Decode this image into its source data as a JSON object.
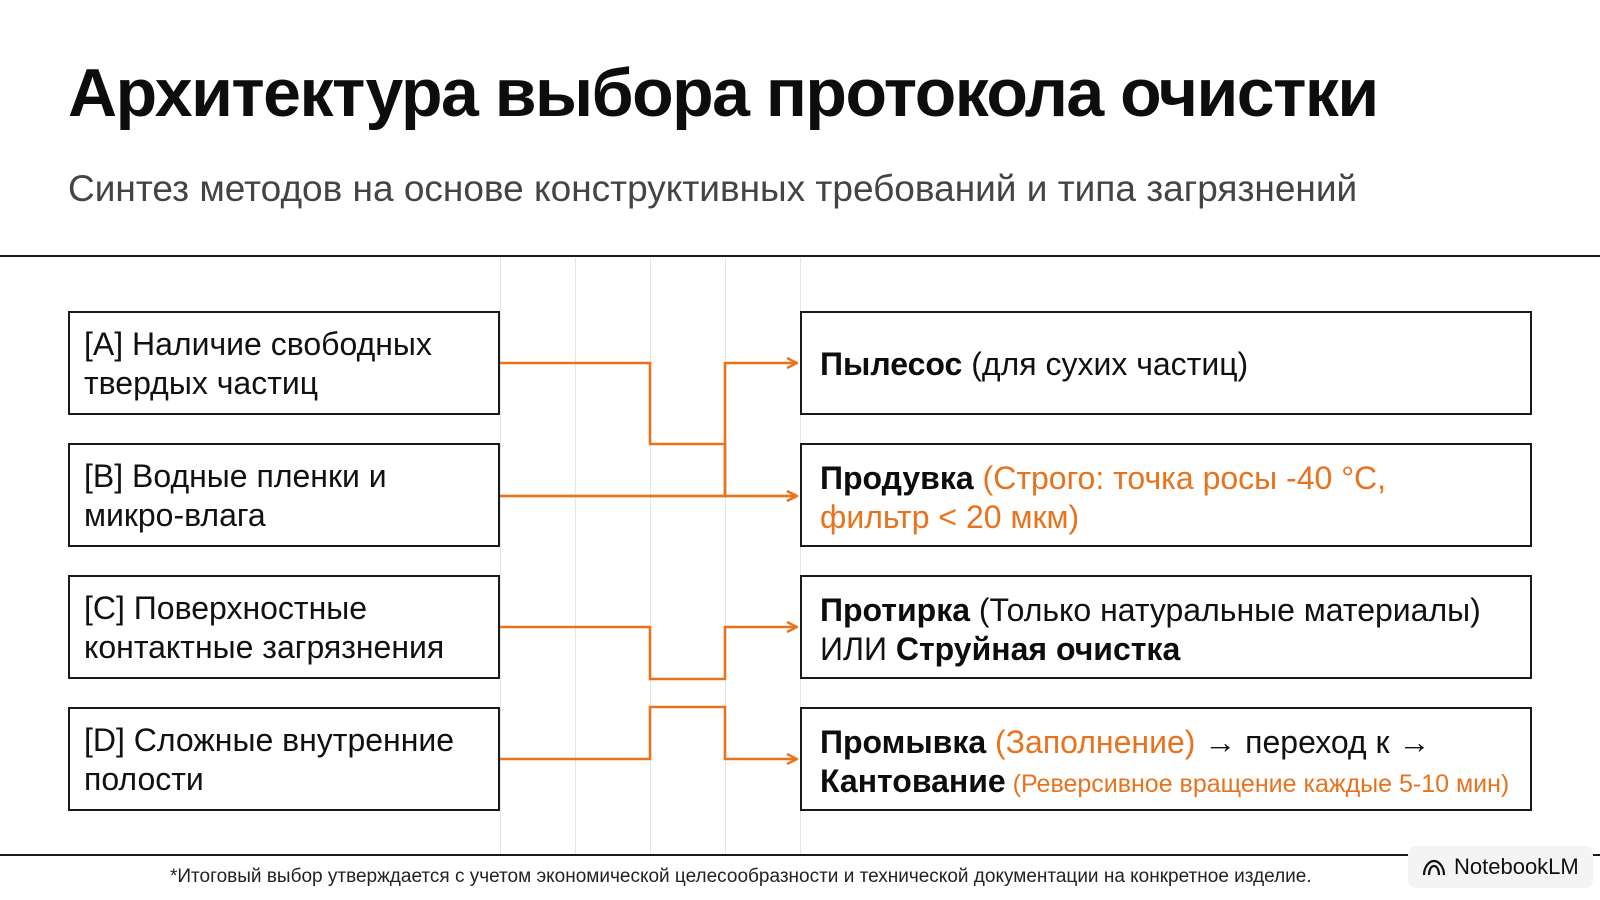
{
  "header": {
    "title": "Архитектура выбора протокола очистки",
    "subtitle": "Синтез методов на основе конструктивных требований и типа загрязнений"
  },
  "inputs": [
    {
      "line1": "[A] Наличие свободных",
      "line2": "твердых частиц"
    },
    {
      "line1": "[B] Водные пленки и",
      "line2": "микро-влага"
    },
    {
      "line1": "[C] Поверхностные",
      "line2": "контактные загрязнения"
    },
    {
      "line1": "[D] Сложные внутренние",
      "line2": "полости"
    }
  ],
  "methods": [
    {
      "bold": "Пылесос",
      "rest": " (для сухих частиц)"
    },
    {
      "bold": "Продувка",
      "note1": " (Строго: точка росы -40 °C,",
      "note2": "фильтр < 20 мкм)"
    },
    {
      "bold": "Протирка",
      "rest": " (Только натуральные материалы)",
      "line2_prefix": "ИЛИ ",
      "line2_bold": "Струйная очистка"
    },
    {
      "bold": "Промывка",
      "note": " (Заполнение)",
      "arrow_text": " → переход к →",
      "line2_bold": "Кантование",
      "line2_note": " (Реверсивное вращение каждые 5-10 мин)"
    }
  ],
  "connections": [
    {
      "from": "A",
      "to": "B"
    },
    {
      "from": "B",
      "to": "A"
    },
    {
      "from": "B",
      "to": "B"
    },
    {
      "from": "C",
      "to": "C"
    },
    {
      "from": "D",
      "to": "D"
    }
  ],
  "footnote": "*Итоговый выбор утверждается с учетом экономической целесообразности и технической документации на конкретное изделие.",
  "badge": {
    "label": "NotebookLM",
    "icon": "notebooklm-icon"
  },
  "colors": {
    "accent": "#e8731e",
    "border": "#1a1a1a",
    "text": "#111111",
    "subtitle": "#444444"
  }
}
